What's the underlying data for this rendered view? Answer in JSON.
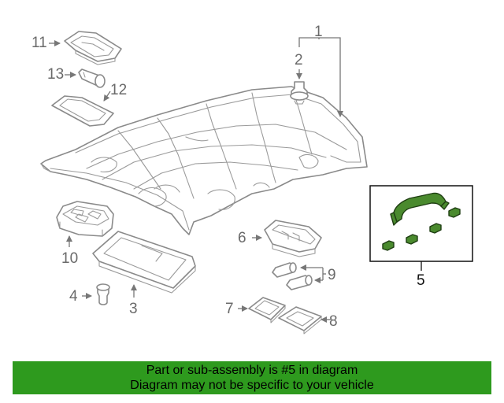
{
  "callouts": {
    "c1": "1",
    "c2": "2",
    "c3": "3",
    "c4": "4",
    "c5": "5",
    "c6": "6",
    "c7": "7",
    "c8": "8",
    "c9": "9",
    "c10": "10",
    "c11": "11",
    "c12": "12",
    "c13": "13"
  },
  "banner": {
    "line1": "Part or sub-assembly is #5 in diagram",
    "line2": "Diagram may not be specific to your vehicle"
  },
  "colors": {
    "highlight_part": "#4a8a2e",
    "banner_background": "#2e9a1e"
  }
}
